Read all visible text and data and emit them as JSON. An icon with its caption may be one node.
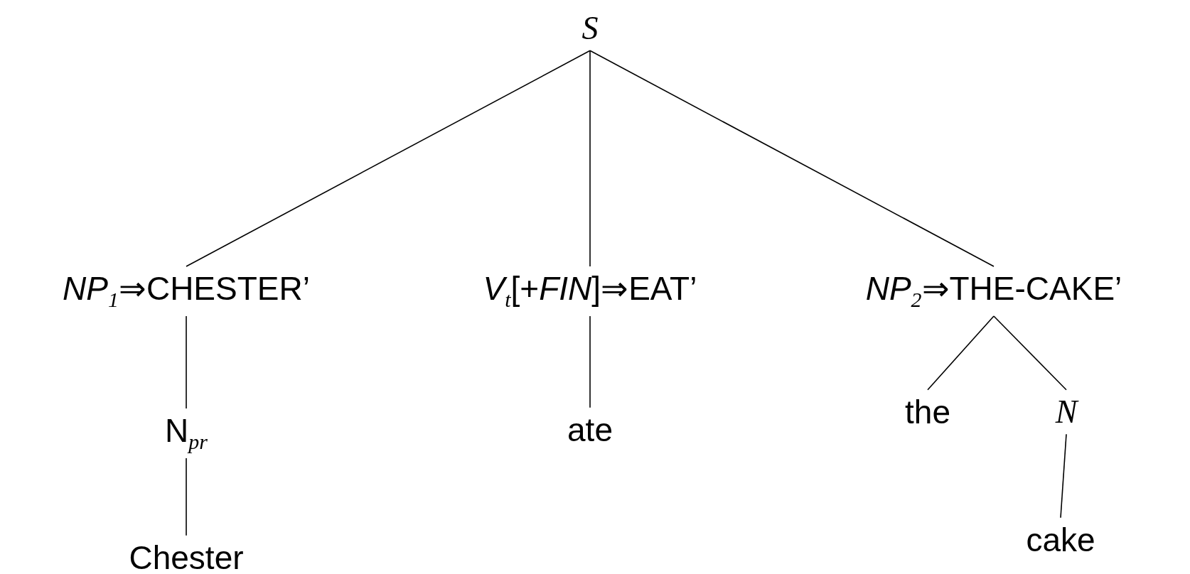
{
  "diagram": {
    "nodes": [
      {
        "text": [
          "S"
        ]
      },
      {
        "text": [
          "*NP*$_{1}$⇒CHESTER’"
        ]
      },
      {
        "text": [
          "*V*$_{t}$[+*FIN*]⇒EAT’"
        ]
      },
      {
        "text": [
          "*NP*$_{2}$⇒THE-CAKE’"
        ]
      },
      {
        "text": [
          "N$_{pr}$"
        ]
      },
      {
        "text": [
          "Chester"
        ]
      },
      {
        "text": [
          "ate"
        ]
      },
      {
        "text": [
          "the"
        ]
      },
      {
        "text": [
          "N"
        ]
      },
      {
        "text": [
          "cake"
        ]
      }
    ],
    "edges": [
      {
        "from": 0,
        "to": 1,
        "arrow": "none"
      },
      {
        "from": 0,
        "to": 2,
        "arrow": "none"
      },
      {
        "from": 0,
        "to": 3,
        "arrow": "none"
      },
      {
        "from": 1,
        "to": 4,
        "arrow": "none"
      },
      {
        "from": 4,
        "to": 5,
        "arrow": "none"
      },
      {
        "from": 2,
        "to": 6,
        "arrow": "none"
      },
      {
        "from": 3,
        "to": 7,
        "arrow": "none"
      },
      {
        "from": 3,
        "to": 8,
        "arrow": "none"
      },
      {
        "from": 8,
        "to": 9,
        "arrow": "none"
      }
    ]
  }
}
